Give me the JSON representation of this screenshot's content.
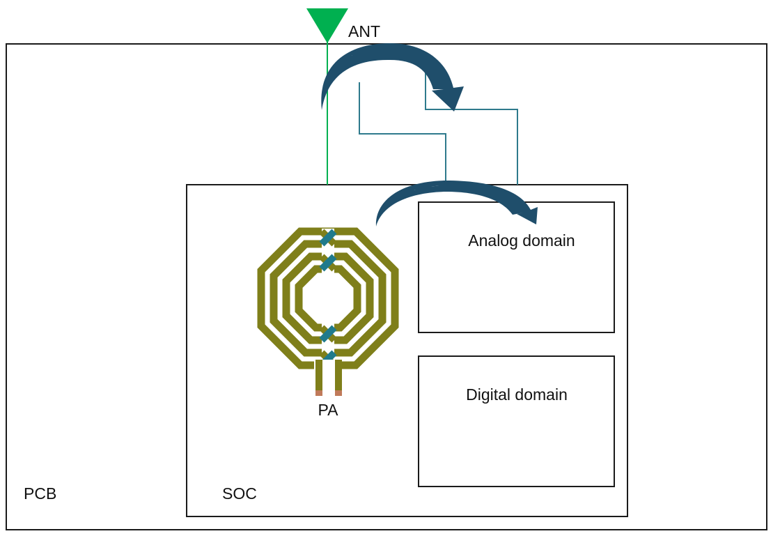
{
  "labels": {
    "antenna": "ANT",
    "pcb": "PCB",
    "soc": "SOC",
    "pa": "PA",
    "analog": "Analog domain",
    "digital": "Digital domain"
  },
  "colors": {
    "antenna": "#00b050",
    "antenna_line": "#00b050",
    "signal_wire": "#2e7a8c",
    "arrow": "#1f4e6b",
    "inductor_trace": "#7f7f1a",
    "inductor_underpass": "#1f7a8c",
    "pa_pad": "#c07a5a",
    "border": "#1a1a1a"
  },
  "icons": {
    "antenna": "antenna-triangle-icon",
    "coupling_arrow": "curved-arrow-icon",
    "inductor": "octagonal-spiral-inductor-icon"
  }
}
